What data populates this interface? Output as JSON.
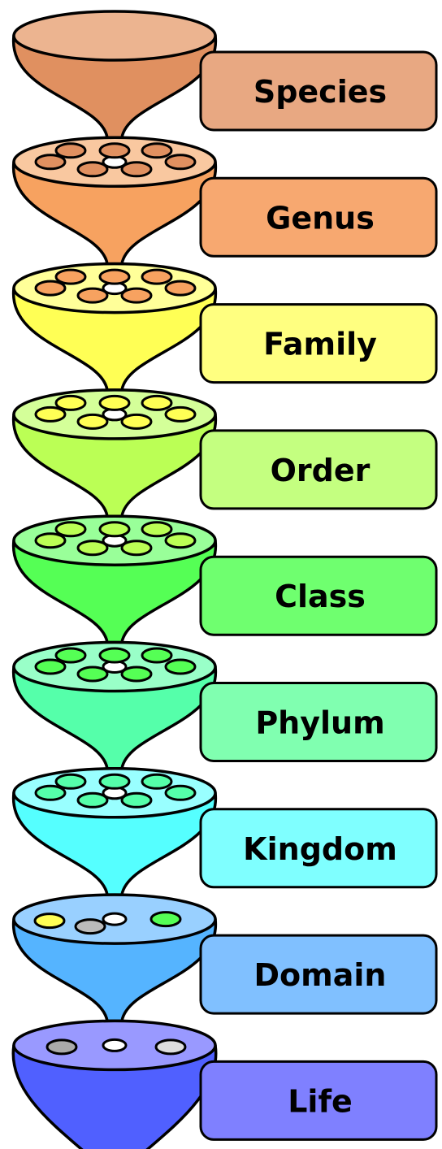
{
  "diagram": {
    "ranks": [
      {
        "name": "Species",
        "color": "#e09060",
        "label_color": "#e8a882",
        "rim_color": "#ecb490",
        "hole_colors": []
      },
      {
        "name": "Genus",
        "color": "#f7a260",
        "label_color": "#f7a870",
        "rim_color": "#f9c8a0",
        "hole_colors": [
          "#e09060",
          "#e09060",
          "#e09060",
          "#e09060",
          "#e09060",
          "#e09060",
          "#e09060"
        ]
      },
      {
        "name": "Family",
        "color": "#ffff55",
        "label_color": "#ffff80",
        "rim_color": "#ffff99",
        "hole_colors": [
          "#f7a260",
          "#f7a260",
          "#f7a260",
          "#f7a260",
          "#f7a260",
          "#f7a260",
          "#f7a260"
        ]
      },
      {
        "name": "Order",
        "color": "#bbff55",
        "label_color": "#c4ff80",
        "rim_color": "#d4ff99",
        "hole_colors": [
          "#ffff55",
          "#ffff55",
          "#ffff55",
          "#ffff55",
          "#ffff55",
          "#ffff55",
          "#ffff55"
        ]
      },
      {
        "name": "Class",
        "color": "#55ff55",
        "label_color": "#6fff6f",
        "rim_color": "#99ff99",
        "hole_colors": [
          "#bbff55",
          "#bbff55",
          "#bbff55",
          "#bbff55",
          "#bbff55",
          "#bbff55",
          "#bbff55"
        ]
      },
      {
        "name": "Phylum",
        "color": "#55ffaa",
        "label_color": "#80ffb0",
        "rim_color": "#99ffc8",
        "hole_colors": [
          "#55ff55",
          "#55ff55",
          "#55ff55",
          "#55ff55",
          "#55ff55",
          "#55ff55",
          "#55ff55"
        ]
      },
      {
        "name": "Kingdom",
        "color": "#55ffff",
        "label_color": "#7fffff",
        "rim_color": "#99ffff",
        "hole_colors": [
          "#55ffaa",
          "#55ffaa",
          "#55ffaa",
          "#55ffaa",
          "#55ffaa",
          "#55ffaa",
          "#55ffaa"
        ]
      },
      {
        "name": "Domain",
        "color": "#55b4ff",
        "label_color": "#80c0ff",
        "rim_color": "#99d0ff",
        "hole_colors": [
          "#ffff55",
          "#bbbbbb",
          "#55ff55"
        ]
      },
      {
        "name": "Life",
        "color": "#5060ff",
        "label_color": "#7f80ff",
        "rim_color": "#9999ff",
        "hole_colors": [
          "#aaaaaa",
          "#dddddd"
        ]
      }
    ]
  }
}
